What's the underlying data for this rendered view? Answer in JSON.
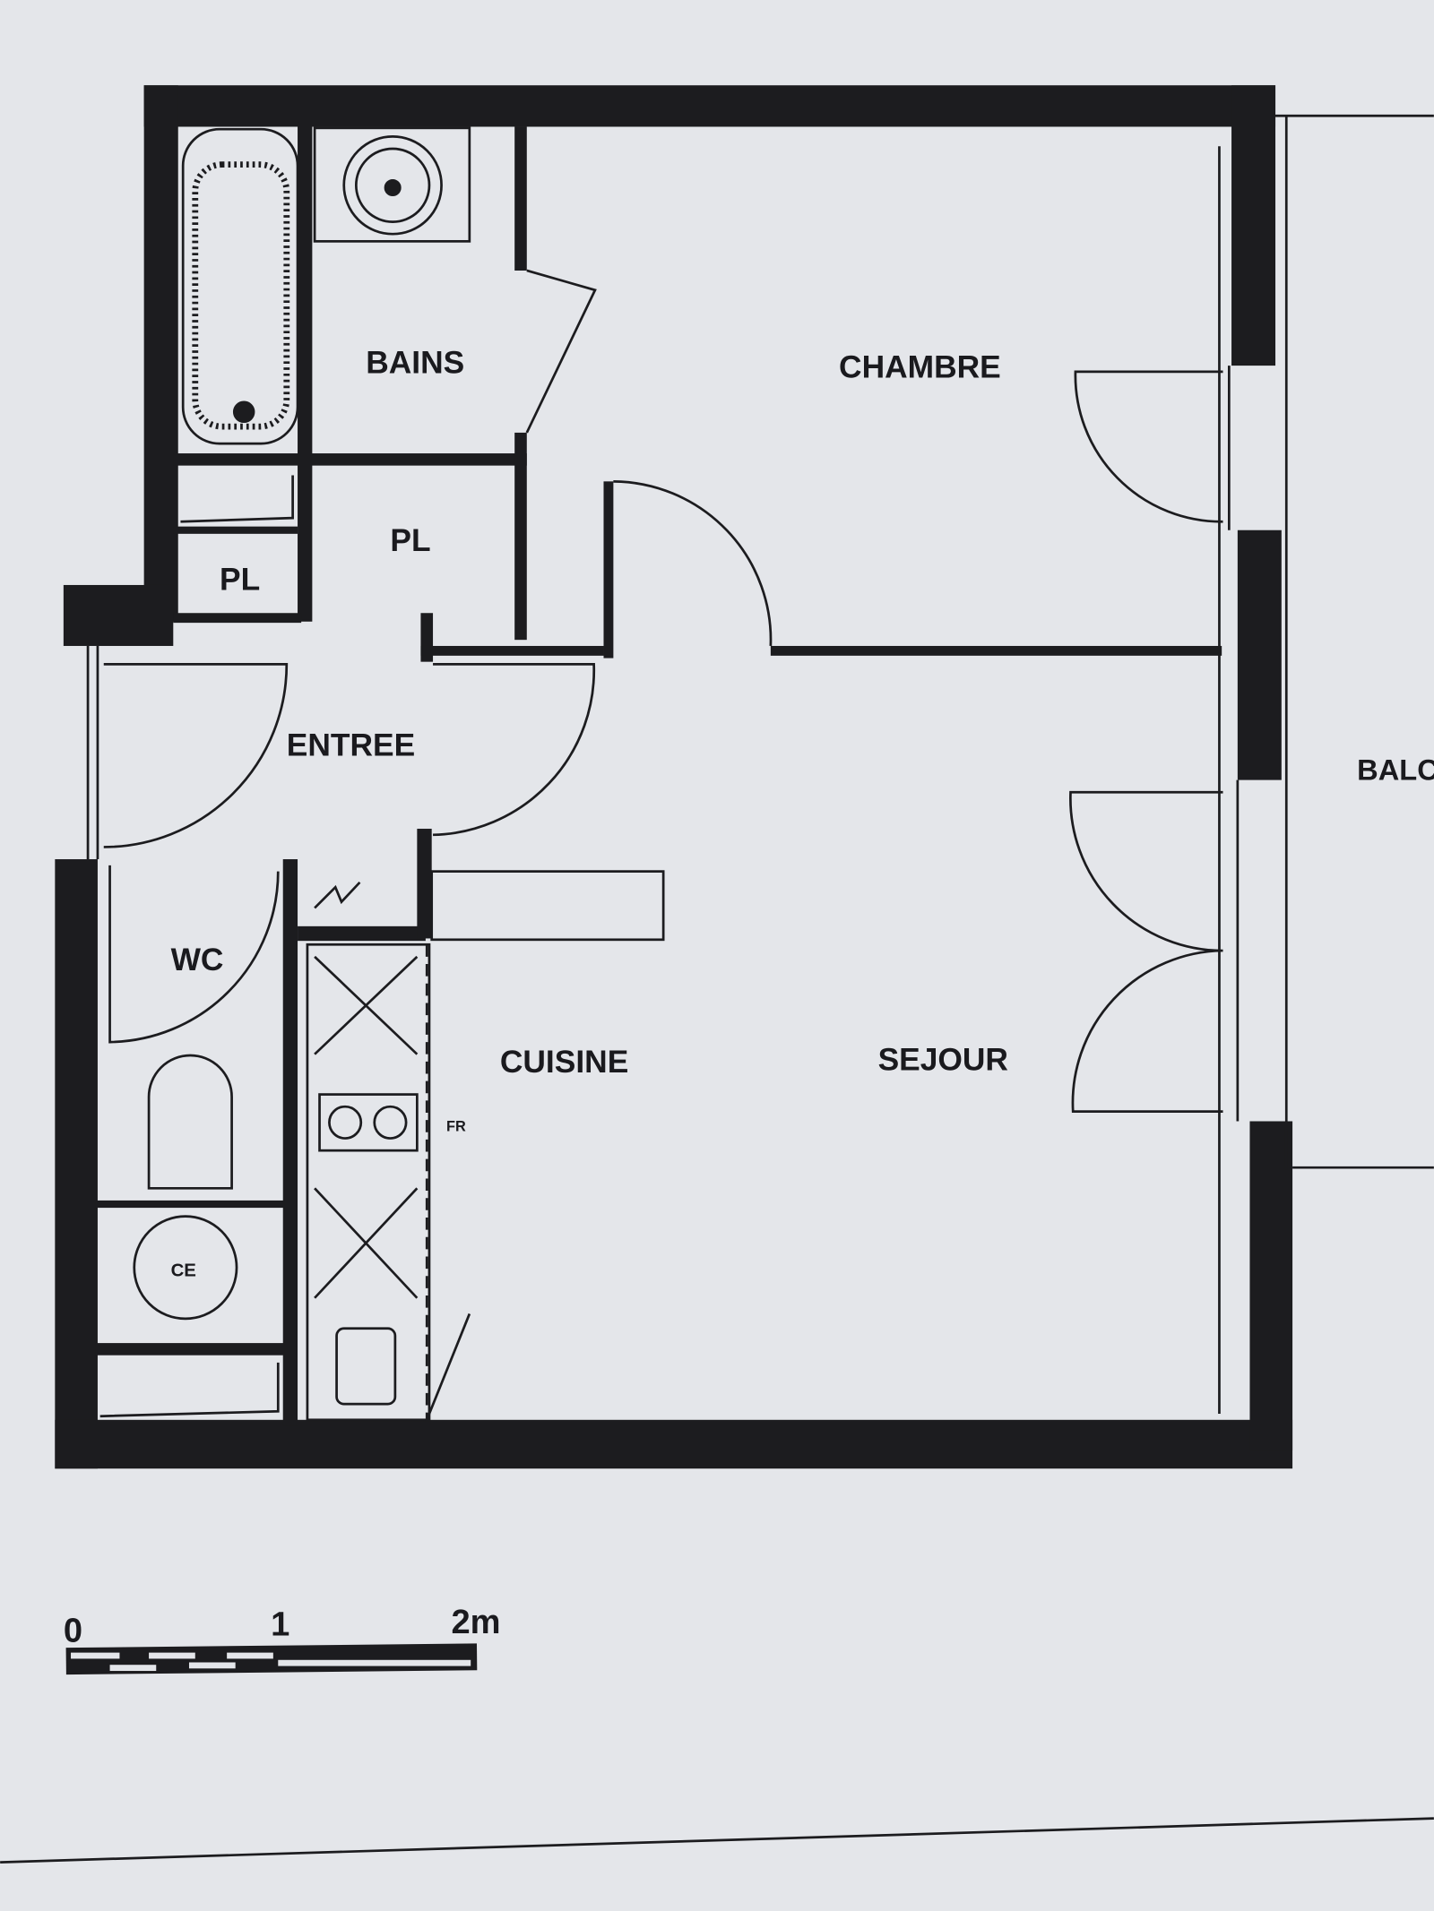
{
  "rooms": {
    "bains": "BAINS",
    "chambre": "CHAMBRE",
    "pl_upper": "PL",
    "pl_lower": "PL",
    "entree": "ENTREE",
    "wc": "WC",
    "cuisine": "CUISINE",
    "sejour": "SEJOUR",
    "balcon": "BALC",
    "ce": "CE",
    "fr": "FR"
  },
  "scale_bar": {
    "tick_0": "0",
    "tick_1": "1",
    "tick_2": "2m"
  },
  "colors": {
    "paper": "#e4e6ea",
    "ink": "#1c1c1f"
  }
}
